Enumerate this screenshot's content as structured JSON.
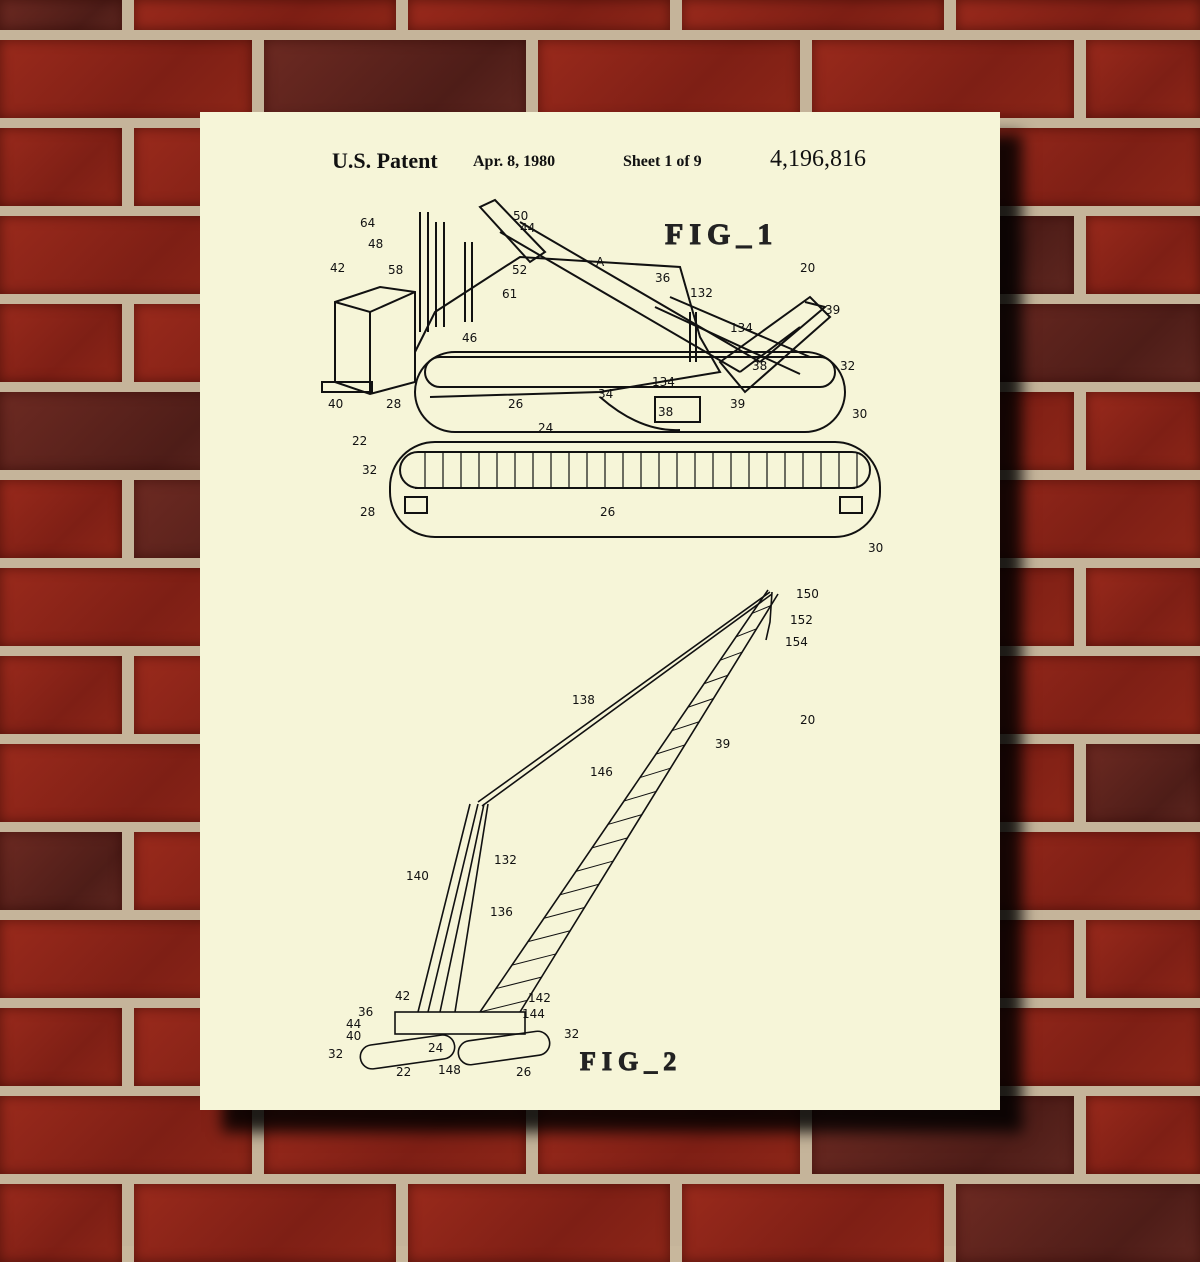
{
  "poster": {
    "header": {
      "office": "U.S. Patent",
      "date": "Apr. 8, 1980",
      "sheet": "Sheet 1 of 9",
      "number": "4,196,816"
    },
    "fig1": {
      "title": "FIG_1",
      "labels": [
        "64",
        "50",
        "44",
        "48",
        "42",
        "58",
        "52",
        "61",
        "A",
        "36",
        "20",
        "132",
        "39",
        "46",
        "134",
        "32",
        "38",
        "40",
        "28",
        "26",
        "34",
        "134",
        "38",
        "39",
        "30",
        "24",
        "22",
        "32",
        "28",
        "26",
        "30"
      ]
    },
    "fig2": {
      "title": "FIG_2",
      "labels": [
        "150",
        "152",
        "154",
        "138",
        "20",
        "39",
        "146",
        "132",
        "140",
        "136",
        "42",
        "36",
        "44",
        "40",
        "142",
        "144",
        "32",
        "32",
        "24",
        "22",
        "148",
        "26"
      ]
    }
  },
  "colors": {
    "paper": "#f6f5d8",
    "ink": "#111111",
    "brick": "#8d2618",
    "mortar": "#c5b49a"
  }
}
